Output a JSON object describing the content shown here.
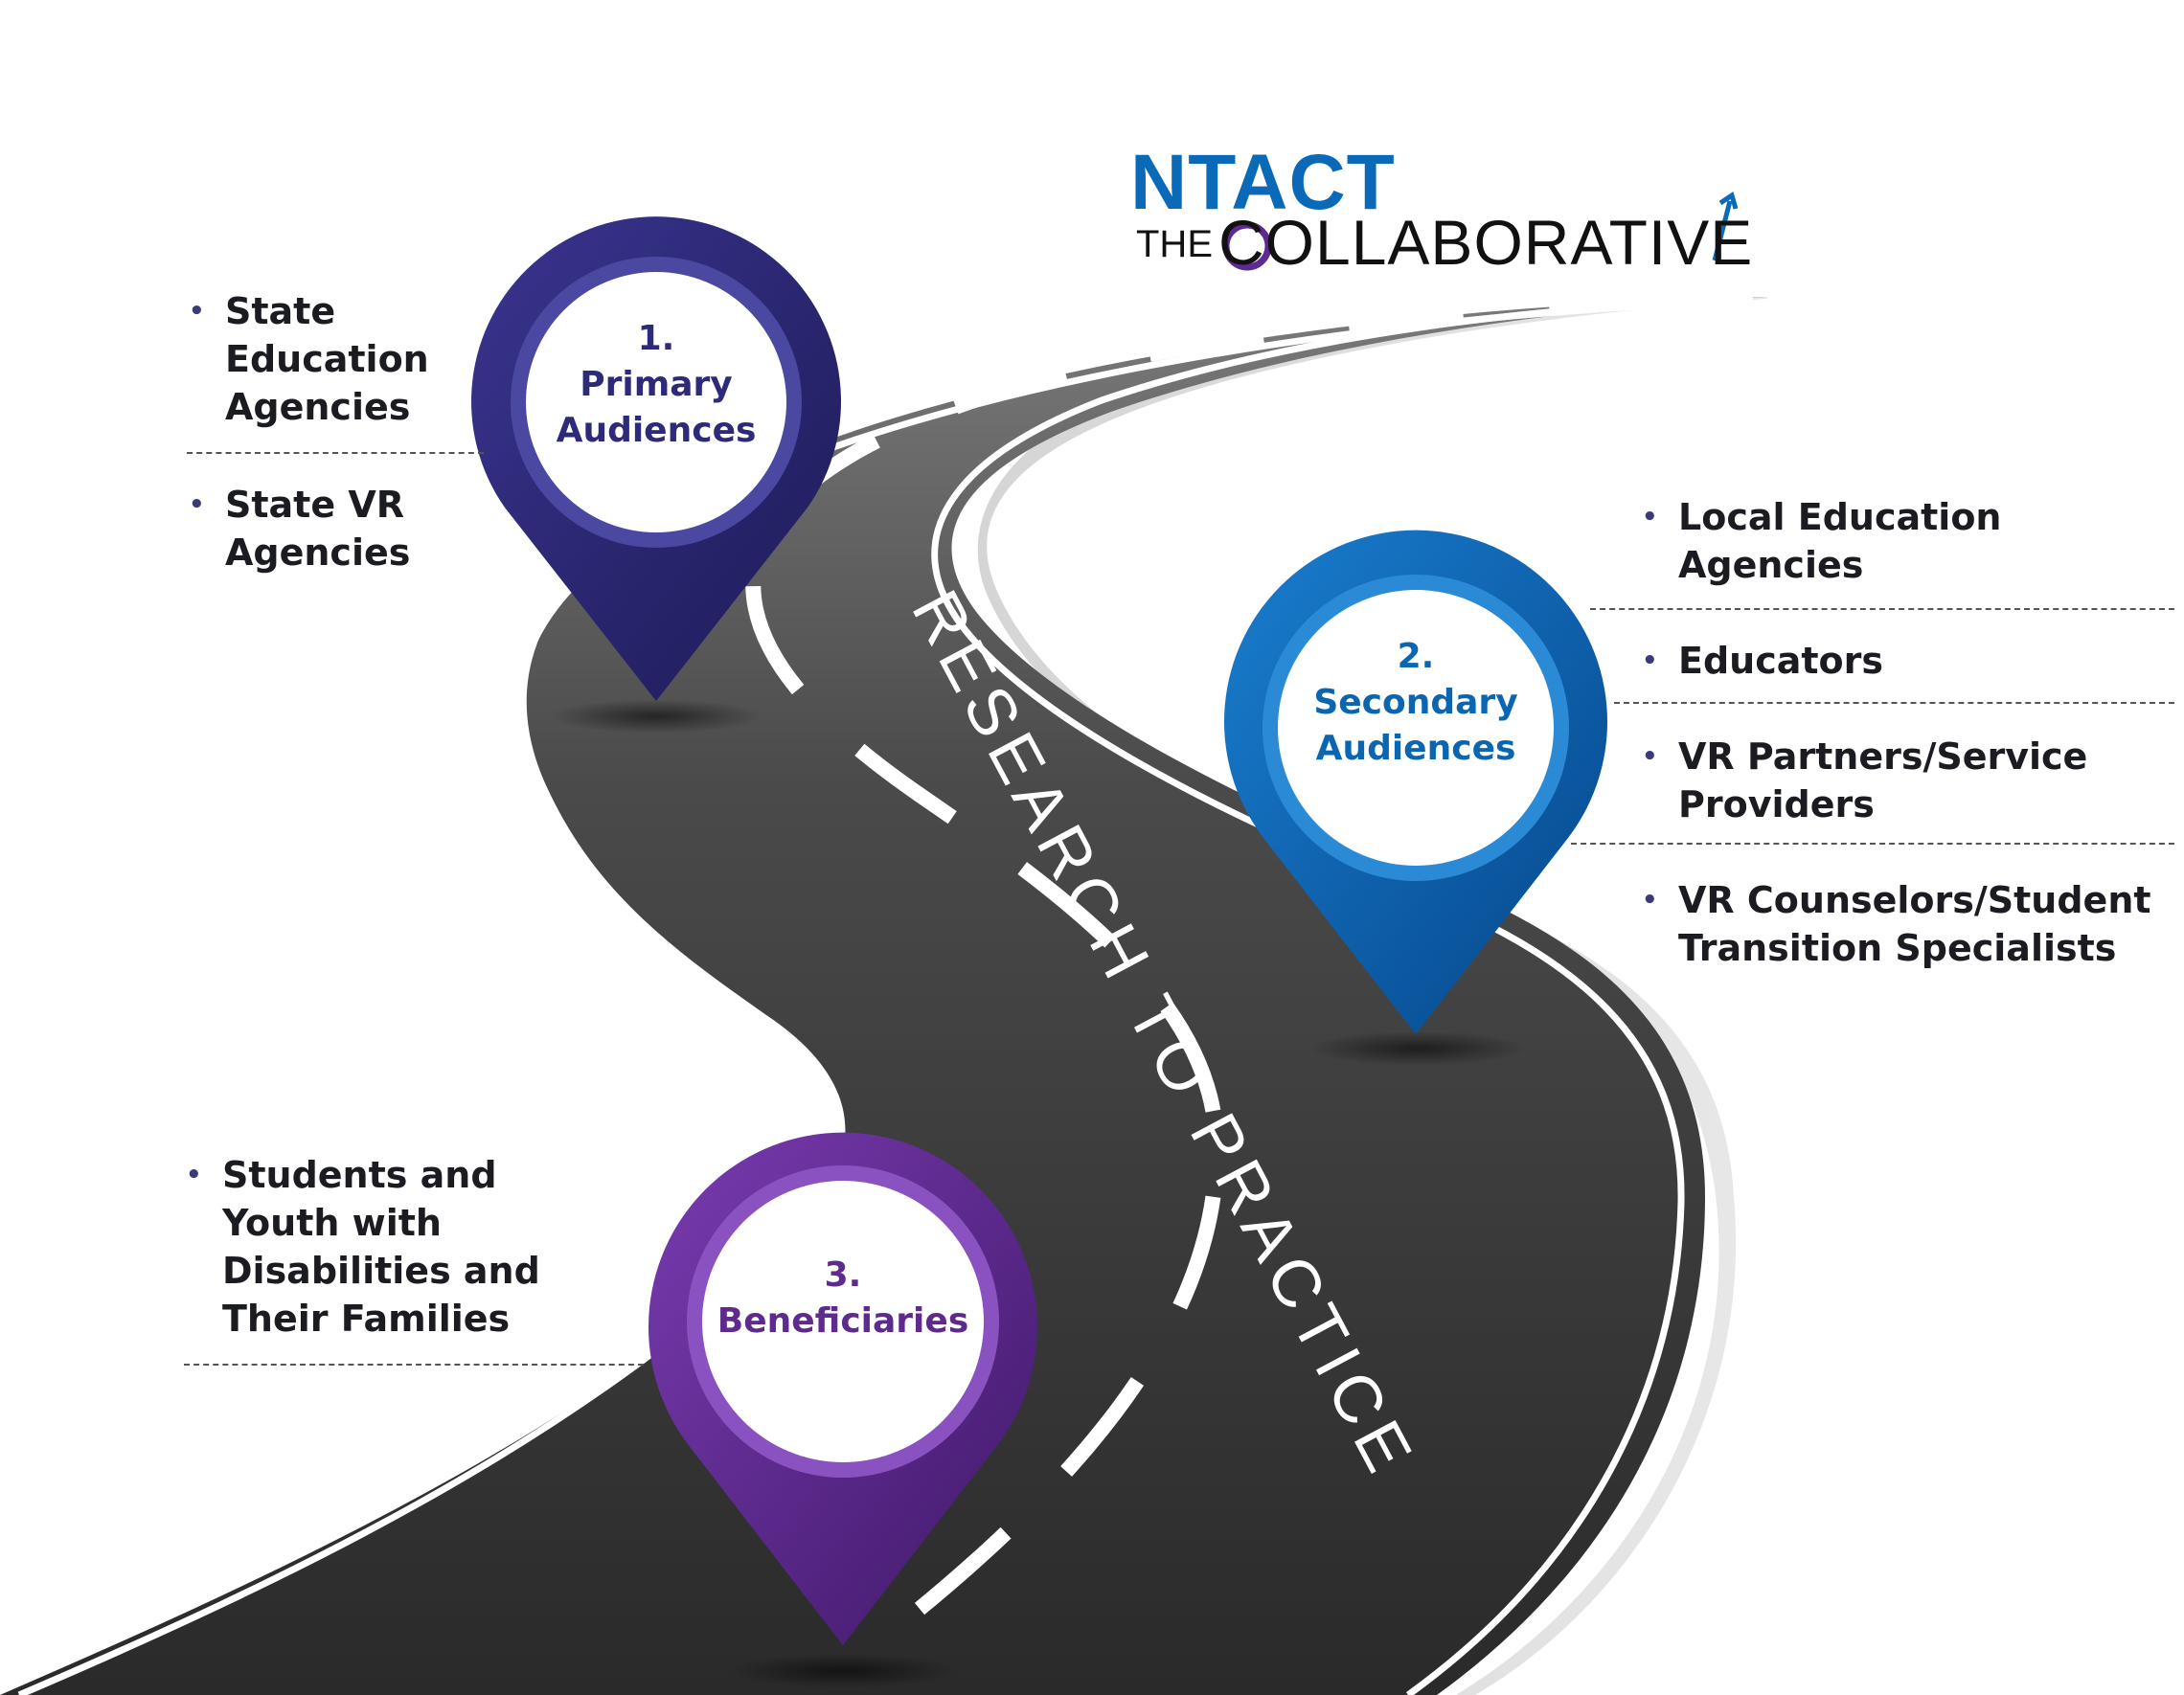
{
  "logo": {
    "top": "NTACT",
    "the": "THE",
    "collaborative": "COLLABORATIVE"
  },
  "road_text": "RESEARCH TO PRACTICE",
  "pins": [
    {
      "number": "1.",
      "title": "Primary Audiences",
      "title_lines": [
        "Primary",
        "Audiences"
      ],
      "color": "#2e2a7a"
    },
    {
      "number": "2.",
      "title": "Secondary Audiences",
      "title_lines": [
        "Secondary",
        "Audiences"
      ],
      "color": "#0a66b2"
    },
    {
      "number": "3.",
      "title": "Beneficiaries",
      "title_lines": [
        "Beneficiaries"
      ],
      "color": "#5e2a8e"
    }
  ],
  "primary_list": [
    {
      "lines": [
        "State",
        "Education",
        "Agencies"
      ]
    },
    {
      "lines": [
        "State VR",
        "Agencies"
      ]
    }
  ],
  "secondary_list": [
    {
      "lines": [
        "Local Education",
        "Agencies"
      ]
    },
    {
      "lines": [
        "Educators"
      ]
    },
    {
      "lines": [
        "VR Partners/Service",
        "Providers"
      ]
    },
    {
      "lines": [
        "VR Counselors/Student",
        "Transition Specialists"
      ]
    }
  ],
  "beneficiary_list": [
    {
      "lines": [
        "Students and",
        "Youth with",
        "Disabilities and",
        "Their Families"
      ]
    }
  ]
}
